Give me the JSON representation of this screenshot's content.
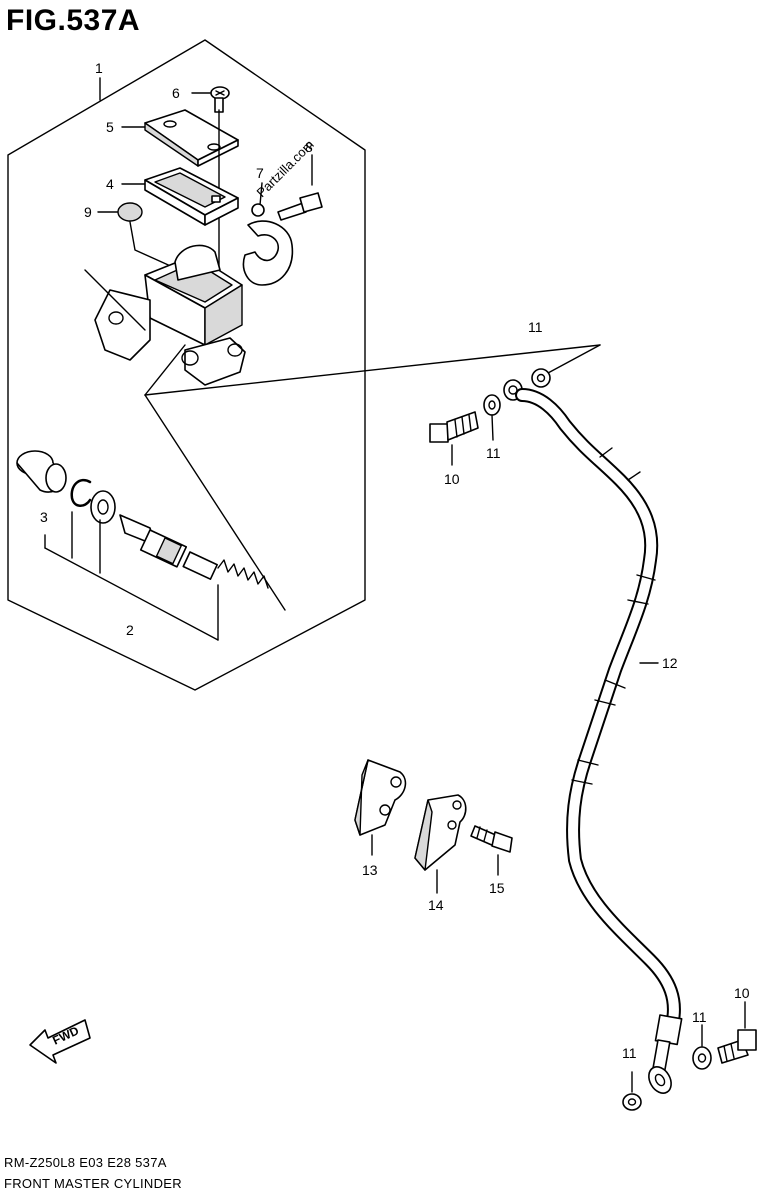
{
  "figure": {
    "title": "FIG.537A",
    "watermark": "Partzilla.com",
    "fwd_label": "FWD"
  },
  "footer": {
    "code": "RM-Z250L8  E03  E28  537A",
    "description": "FRONT MASTER CYLINDER"
  },
  "callouts": {
    "c1": "1",
    "c2": "2",
    "c3": "3",
    "c4": "4",
    "c5": "5",
    "c6": "6",
    "c7": "7",
    "c8": "8",
    "c9": "9",
    "c10a": "10",
    "c10b": "10",
    "c11a": "11",
    "c11b": "11",
    "c11c": "11",
    "c11d": "11",
    "c12": "12",
    "c13": "13",
    "c14": "14",
    "c15": "15"
  }
}
